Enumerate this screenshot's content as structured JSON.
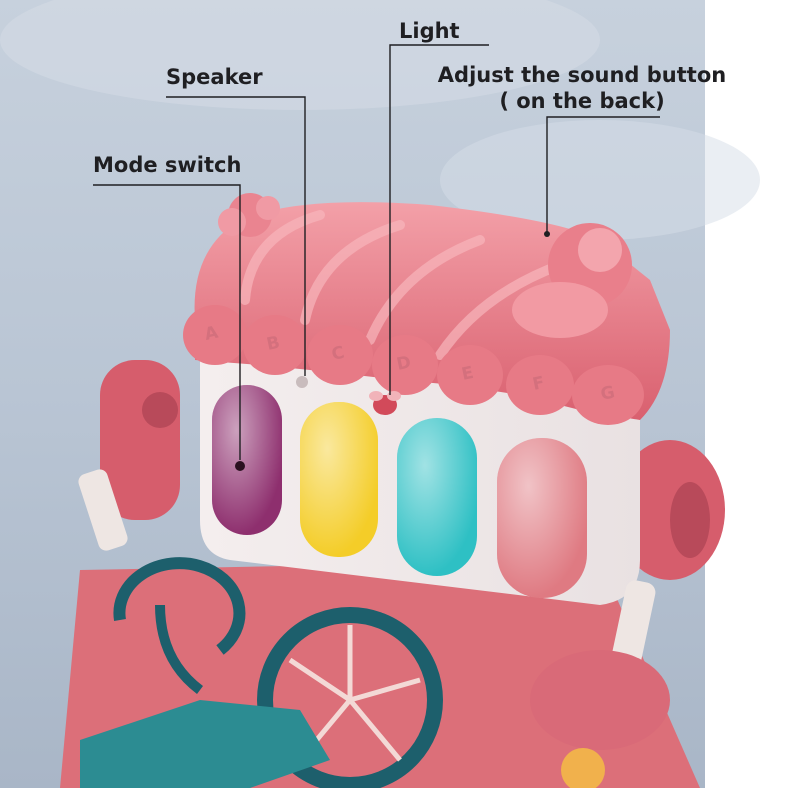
{
  "callouts": {
    "mode_switch": "Mode switch",
    "speaker": "Speaker",
    "light": "Light",
    "adjust_sound_line1": "Adjust the sound button",
    "adjust_sound_line2": "( on the back)"
  },
  "keys": [
    "A",
    "B",
    "C",
    "D",
    "E",
    "F",
    "G"
  ],
  "piano_keys": [
    {
      "color": "#8e2f6e"
    },
    {
      "color": "#f4cd28"
    },
    {
      "color": "#2ec0c4"
    },
    {
      "color": "#df7a82"
    }
  ],
  "colors": {
    "toy_pink": "#e0707e",
    "toy_pink_dark": "#c24e5e",
    "background": "#b7c3d2",
    "mat": "#dc6f79",
    "bike": "#1d5f6c"
  }
}
